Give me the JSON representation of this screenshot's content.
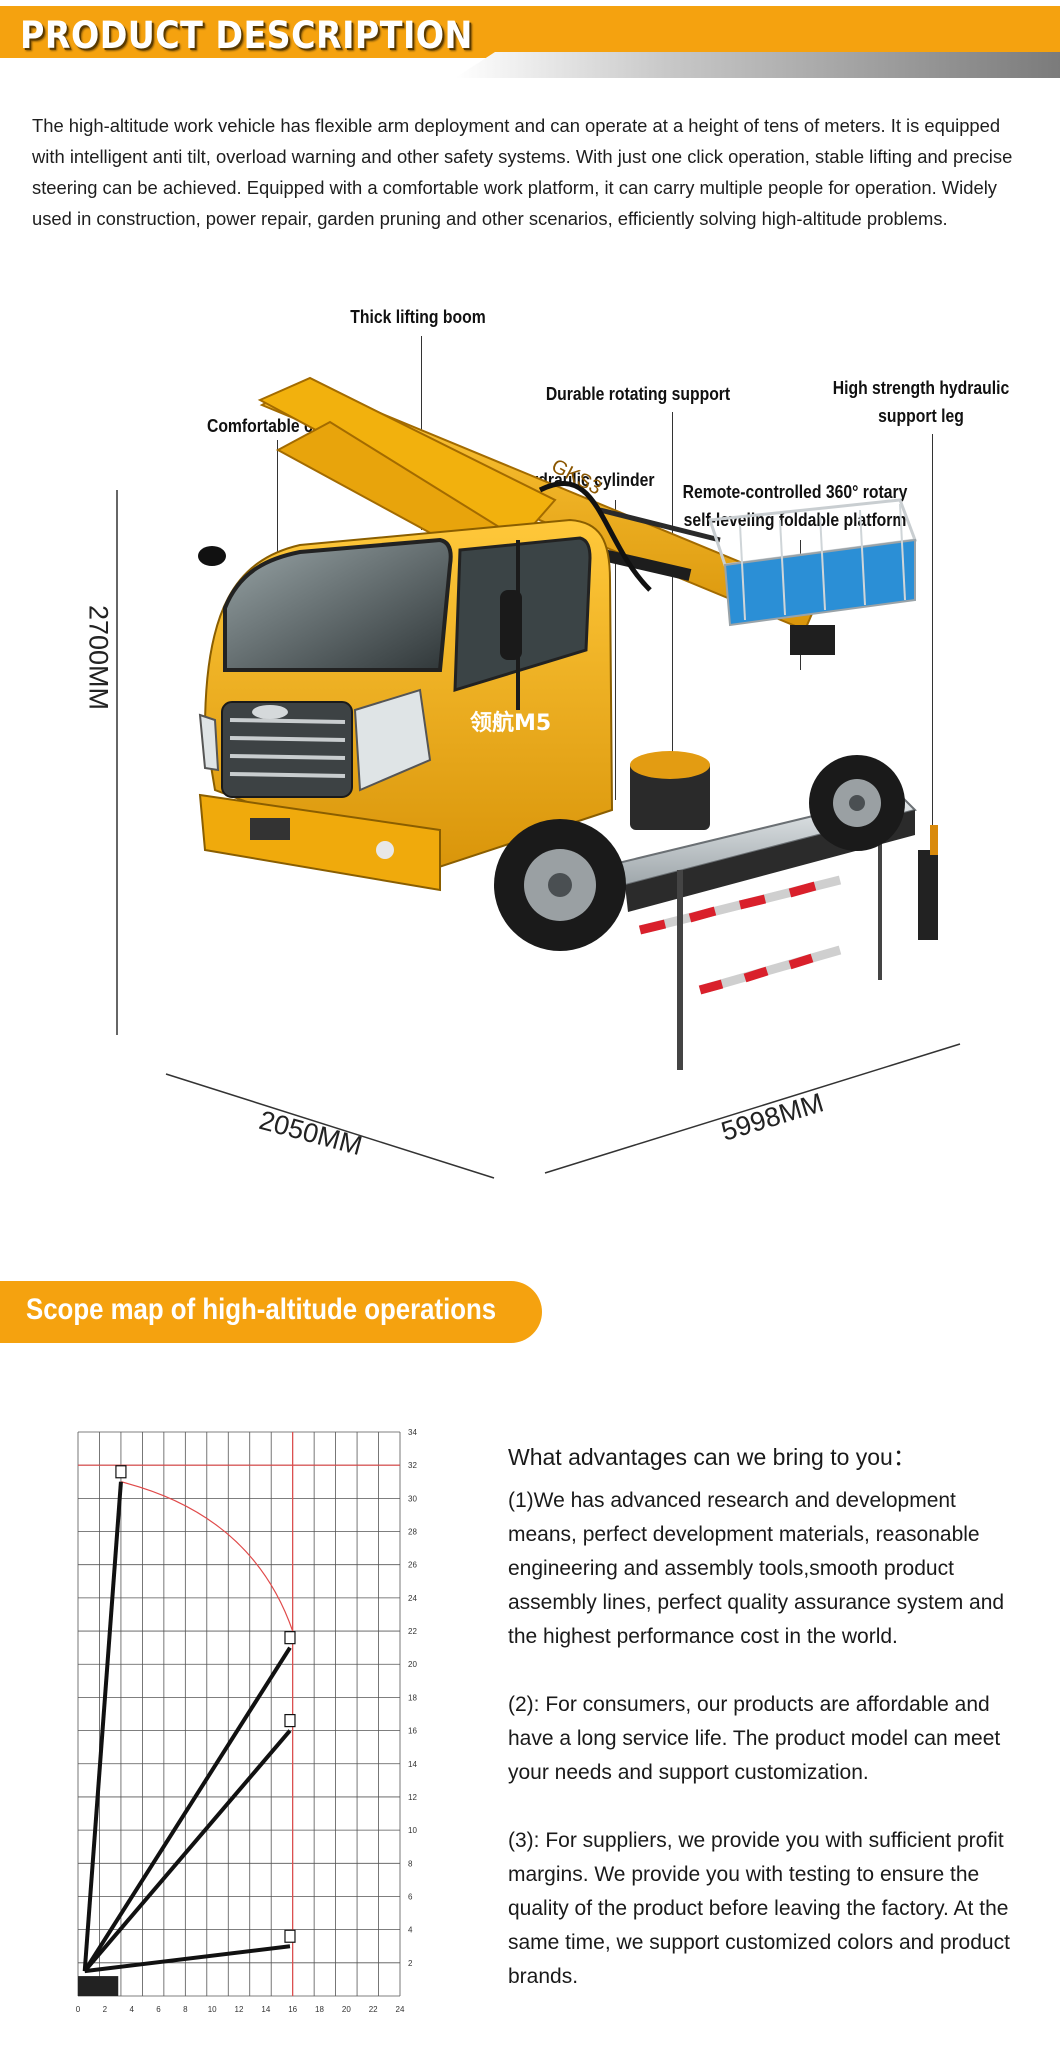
{
  "header": {
    "title": "PRODUCT DESCRIPTION"
  },
  "intro": "The high-altitude work vehicle has flexible arm deployment and can operate at a height of tens of meters. It is equipped with intelligent anti tilt, overload warning and other safety systems. With just one click operation, stable lifting and precise steering can be achieved. Equipped with a comfortable work platform, it can carry multiple people for operation. Widely used in construction, power repair, garden pruning and other scenarios, efficiently solving high-altitude problems.",
  "callouts": {
    "boom": "Thick lifting boom",
    "rotating": "Durable rotating support",
    "leg_1": "High strength hydraulic",
    "leg_2": "support leg",
    "cab": "Comfortable cab",
    "cylinder": "High quality hydraulic cylinder",
    "platform_1": "Remote-controlled 360° rotary",
    "platform_2": "self-leveling foldable platform"
  },
  "truck": {
    "cab_text": "领航M5",
    "boom_text": "GKS3"
  },
  "dimensions": {
    "height": "2700MM",
    "width": "2050MM",
    "length": "5998MM"
  },
  "scope_section": {
    "title": "Scope map of high-altitude operations"
  },
  "scope_chart": {
    "x_ticks": [
      "0",
      "2",
      "4",
      "6",
      "8",
      "10",
      "12",
      "14",
      "16",
      "18",
      "20",
      "22",
      "24"
    ],
    "y_ticks": [
      "2",
      "4",
      "6",
      "8",
      "10",
      "12",
      "14",
      "16",
      "18",
      "20",
      "22",
      "24",
      "26",
      "28",
      "30",
      "32",
      "34"
    ]
  },
  "advantages": {
    "heading": "What advantages can we bring to you：",
    "items": [
      "(1)We has advanced research and development means, perfect development materials, reasonable engineering and assembly tools,smooth product assembly lines, perfect quality assurance system and the highest performance cost in the world.",
      "(2): For consumers, our products are affordable and have a long service life. The product model can meet your needs and support customization.",
      "(3): For suppliers, we provide you with sufficient profit margins. We provide you with testing to ensure the quality of the product before leaving the factory. At the same time, we support customized colors and product brands."
    ]
  },
  "colors": {
    "accent": "#f5a20f",
    "truck_yellow": "#f2b10d",
    "platform_blue": "#2b8fd6"
  }
}
